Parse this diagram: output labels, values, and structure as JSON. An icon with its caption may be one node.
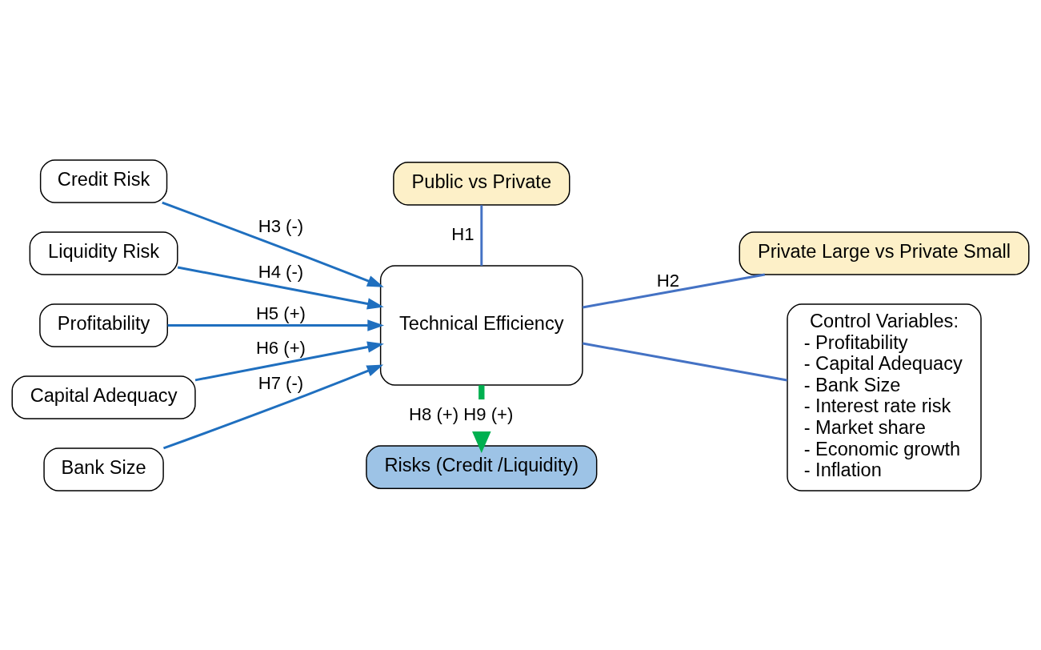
{
  "diagram": {
    "nodes": [
      {
        "text": [
          "Public vs Private"
        ]
      },
      {
        "text": [
          "Credit Risk"
        ]
      },
      {
        "text": [
          "Liquidity Risk"
        ]
      },
      {
        "text": [
          "Profitability"
        ]
      },
      {
        "text": [
          "Capital Adequacy"
        ]
      },
      {
        "text": [
          "Bank Size"
        ]
      },
      {
        "text": [
          "Technical Efficiency"
        ]
      },
      {
        "text": [
          "Private Large vs Private Small"
        ]
      },
      {
        "text": [
          "Control Variables:",
          "- Profitability",
          "- Capital Adequacy",
          "- Bank Size",
          "- Interest rate risk",
          "- Market share",
          "- Economic growth",
          "- Inflation"
        ]
      },
      {
        "text": [
          "Risks (Credit /Liquidity)"
        ]
      }
    ],
    "edges": [
      {
        "from": 1,
        "to": 6,
        "arrow": "to",
        "label": "H3 (-)"
      },
      {
        "from": 2,
        "to": 6,
        "arrow": "to",
        "label": "H4 (-)"
      },
      {
        "from": 3,
        "to": 6,
        "arrow": "to",
        "label": "H5 (+)"
      },
      {
        "from": 4,
        "to": 6,
        "arrow": "to",
        "label": "H6 (+)"
      },
      {
        "from": 5,
        "to": 6,
        "arrow": "to",
        "label": "H7 (-)"
      },
      {
        "from": 0,
        "to": 6,
        "arrow": "none",
        "label": "H1",
        "color": "#4472c4"
      },
      {
        "from": 6,
        "to": 7,
        "arrow": "none",
        "label": "H2",
        "color": "#4472c4"
      },
      {
        "from": 6,
        "to": 8,
        "arrow": "none",
        "color": "#4472c4"
      },
      {
        "from": 6,
        "to": 9,
        "arrow": "to",
        "label": "H8 (+) H9 (+)",
        "style": "thick",
        "color": "#00b050"
      }
    ]
  }
}
